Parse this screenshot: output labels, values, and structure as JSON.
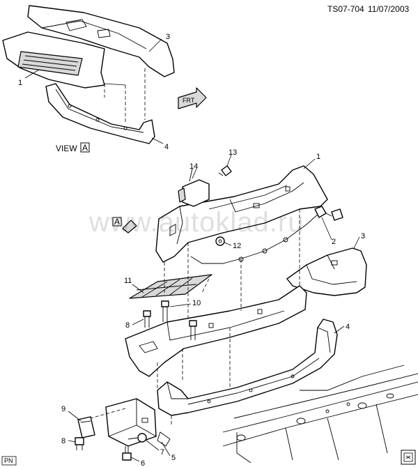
{
  "header": {
    "drawing_id": "TS07-704",
    "date": "11/07/2003"
  },
  "view": {
    "label": "VIEW",
    "letter": "A"
  },
  "view_arrow": {
    "letter": "A"
  },
  "front_marker": {
    "text": "FRT"
  },
  "watermark": {
    "text": "www.autoklad.ru"
  },
  "corner_label": {
    "text": "PN"
  },
  "callouts": [
    {
      "id": "c1-top",
      "label": "1"
    },
    {
      "id": "c3-top",
      "label": "3"
    },
    {
      "id": "c4-top",
      "label": "4"
    },
    {
      "id": "c13",
      "label": "13"
    },
    {
      "id": "c14",
      "label": "14"
    },
    {
      "id": "c1-main",
      "label": "1"
    },
    {
      "id": "c2",
      "label": "2"
    },
    {
      "id": "c12",
      "label": "12"
    },
    {
      "id": "c3-main",
      "label": "3"
    },
    {
      "id": "c11",
      "label": "11"
    },
    {
      "id": "c10",
      "label": "10"
    },
    {
      "id": "c8-upper",
      "label": "8"
    },
    {
      "id": "c4-main",
      "label": "4"
    },
    {
      "id": "c9",
      "label": "9"
    },
    {
      "id": "c8-lower",
      "label": "8"
    },
    {
      "id": "c7",
      "label": "7"
    },
    {
      "id": "c5",
      "label": "5"
    },
    {
      "id": "c6",
      "label": "6"
    }
  ]
}
